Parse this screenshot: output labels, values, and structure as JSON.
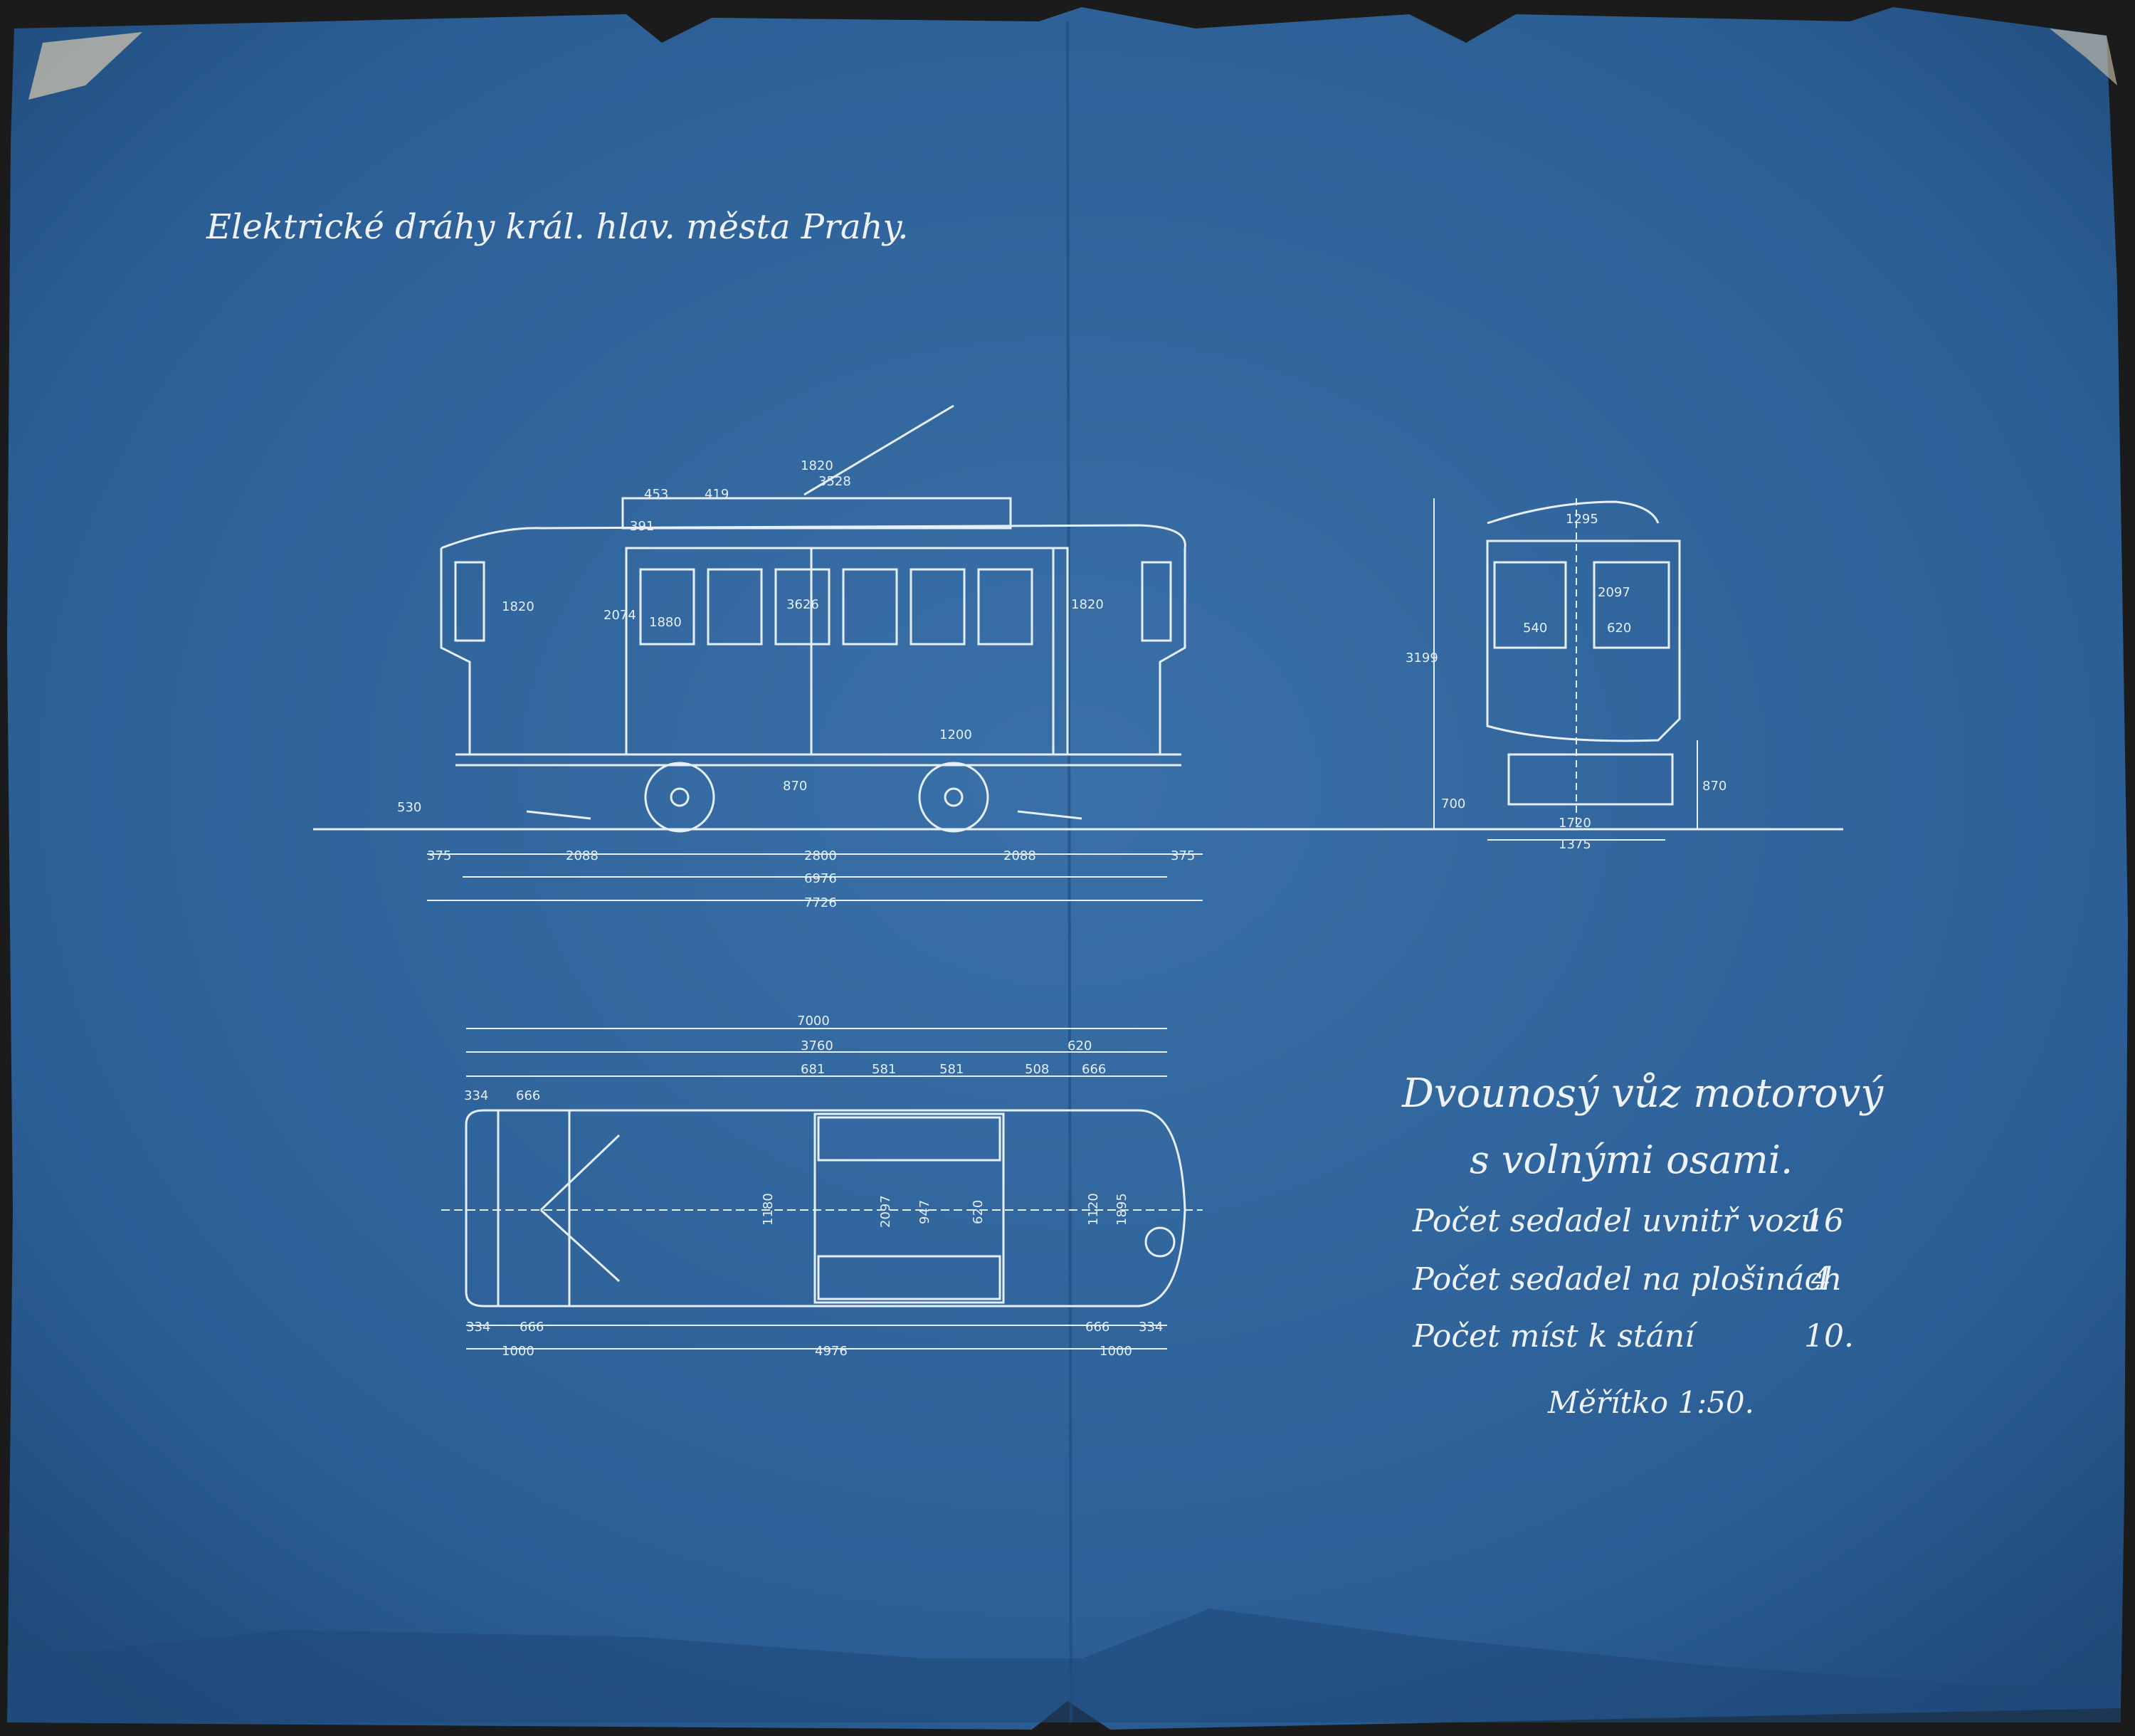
{
  "header": {
    "company": "Elektrické dráhy král. hlav. města Prahy."
  },
  "side_view": {
    "dims_bottom": [
      "375",
      "2088",
      "2800",
      "2088",
      "375"
    ],
    "total_wheelbase": "6976",
    "total_length": "7726",
    "roof_dims": [
      "1820",
      "3528",
      "453",
      "419",
      "391"
    ],
    "body_dims": [
      "1820",
      "2074",
      "1880",
      "3626",
      "1820",
      "1200",
      "870"
    ],
    "height_left": "530"
  },
  "end_view": {
    "dims": [
      "3199",
      "2097",
      "540",
      "620",
      "1295",
      "1720",
      "1375",
      "700",
      "870"
    ]
  },
  "plan_view": {
    "dims_top": [
      "7000",
      "3760",
      "620",
      "681",
      "581",
      "581",
      "508",
      "666",
      "334",
      "666"
    ],
    "dims_bottom": [
      "334",
      "666",
      "1000",
      "4976",
      "666",
      "334",
      "1000"
    ],
    "inner_dims": [
      "2097",
      "947",
      "620",
      "1180",
      "1120",
      "1895"
    ]
  },
  "info": {
    "title_line1": "Dvounosý vůz motorový",
    "title_line2": "s volnými osami.",
    "rows": [
      {
        "label": "Počet sedadel uvnitř vozu",
        "value": "16"
      },
      {
        "label": "Počet sedadel na plošinách",
        "value": "4"
      },
      {
        "label": "Počet míst k stání",
        "value": "10."
      }
    ],
    "scale": "Měřítko 1:50."
  },
  "colors": {
    "paper": "#2a5d93",
    "ink": "#e6eefa",
    "torn_edge": "#d8cbb0"
  }
}
